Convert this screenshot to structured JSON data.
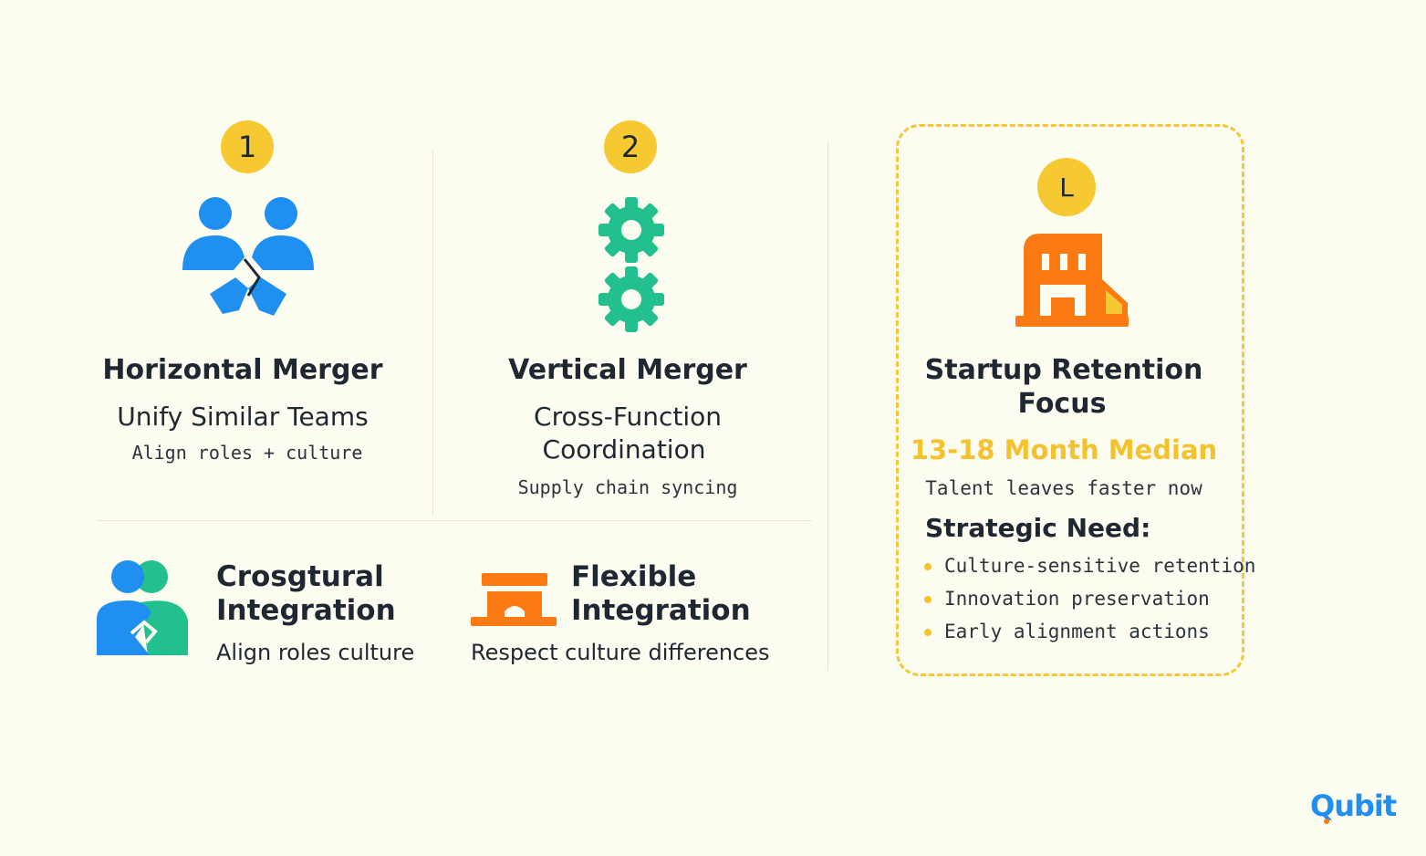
{
  "colors": {
    "background": "#fdfcf0",
    "badge": "#f6c933",
    "blue": "#1f8ff0",
    "green": "#22c08f",
    "orange": "#fb7a14",
    "yellow": "#f5c22f"
  },
  "horizontal": {
    "badge": "1",
    "icon": "handshake-people-icon",
    "title": "Horizontal Merger",
    "subtitle": "Unify Similar Teams",
    "note": "Align roles + culture"
  },
  "vertical": {
    "badge": "2",
    "icon": "gears-icon",
    "title": "Vertical Merger",
    "subtitle_line1": "Cross-Function",
    "subtitle_line2": "Coordination",
    "note": "Supply chain syncing"
  },
  "cultural": {
    "icon": "two-people-handshake-icon",
    "title_line1": "Crosgtural",
    "title_line2": "Integration",
    "subtitle": "Align roles culture"
  },
  "flexible": {
    "icon": "building-icon",
    "title_line1": "Flexible",
    "title_line2": "Integration",
    "subtitle": "Respect culture differences"
  },
  "startup": {
    "badge": "L",
    "icon": "office-building-icon",
    "title_line1": "Startup Retention",
    "title_line2": "Focus",
    "median": "13-18 Month Median",
    "note": "Talent leaves faster now",
    "need_heading": "Strategic Need:",
    "needs": [
      "Culture-sensitive retention",
      "Innovation preservation",
      "Early alignment actions"
    ]
  },
  "brand": {
    "logo_q": "Q",
    "logo_rest": "ubit"
  }
}
